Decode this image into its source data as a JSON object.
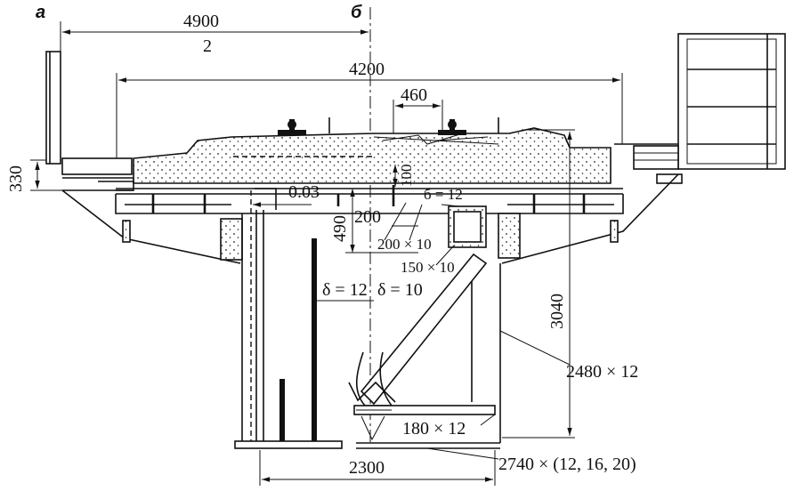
{
  "section_labels": {
    "a": "а",
    "b": "б"
  },
  "dimensions": {
    "half_width": "4900",
    "half_divisor": "2",
    "deck_width": "4200",
    "rail_gauge": "460",
    "edge_height": "330",
    "plate_100": "100",
    "plate_200": "200",
    "plate_490": "490",
    "total_height": "3040",
    "bottom_width": "2300"
  },
  "annotations": {
    "slope": "0.03",
    "delta_top": "б = 12",
    "flange_200x10": "200 × 10",
    "stiffener_150x10": "150 × 10",
    "delta_web_left": "δ = 12",
    "delta_web_mid": "δ = 10",
    "web_2480x12": "2480 × 12",
    "flange_180x12": "180 × 12",
    "bottom_2740": "2740 × (12, 16, 20)"
  }
}
